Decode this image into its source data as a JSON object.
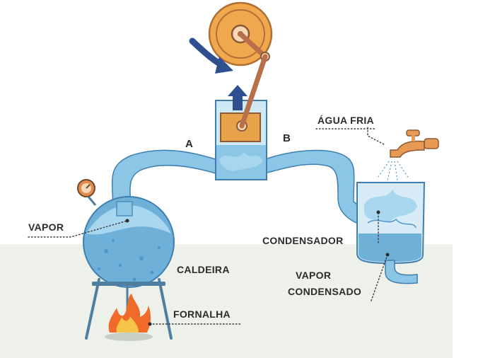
{
  "labels": {
    "a": "A",
    "b": "B",
    "agua_fria": "ÁGUA FRIA",
    "vapor": "VAPOR",
    "condensador": "CONDENSADOR",
    "caldeira": "CALDEIRA",
    "vapor_condensado_line1": "VAPOR",
    "vapor_condensado_line2": "CONDENSADO",
    "fornalha": "FORNALHA"
  },
  "colors": {
    "water": "#8cc6e6",
    "water_dark": "#4f97c8",
    "glass": "#bfe1f3",
    "outline": "#3f7fb0",
    "piston": "#e8a24a",
    "wheel": "#f0a84e",
    "rod": "#b9704a",
    "arrow": "#2f4f8f",
    "flame": "#f06a2a",
    "gauge": "#e58b4a",
    "floor": "#eef1ea",
    "stand": "#4f7fa0",
    "tap": "#e89a55"
  }
}
